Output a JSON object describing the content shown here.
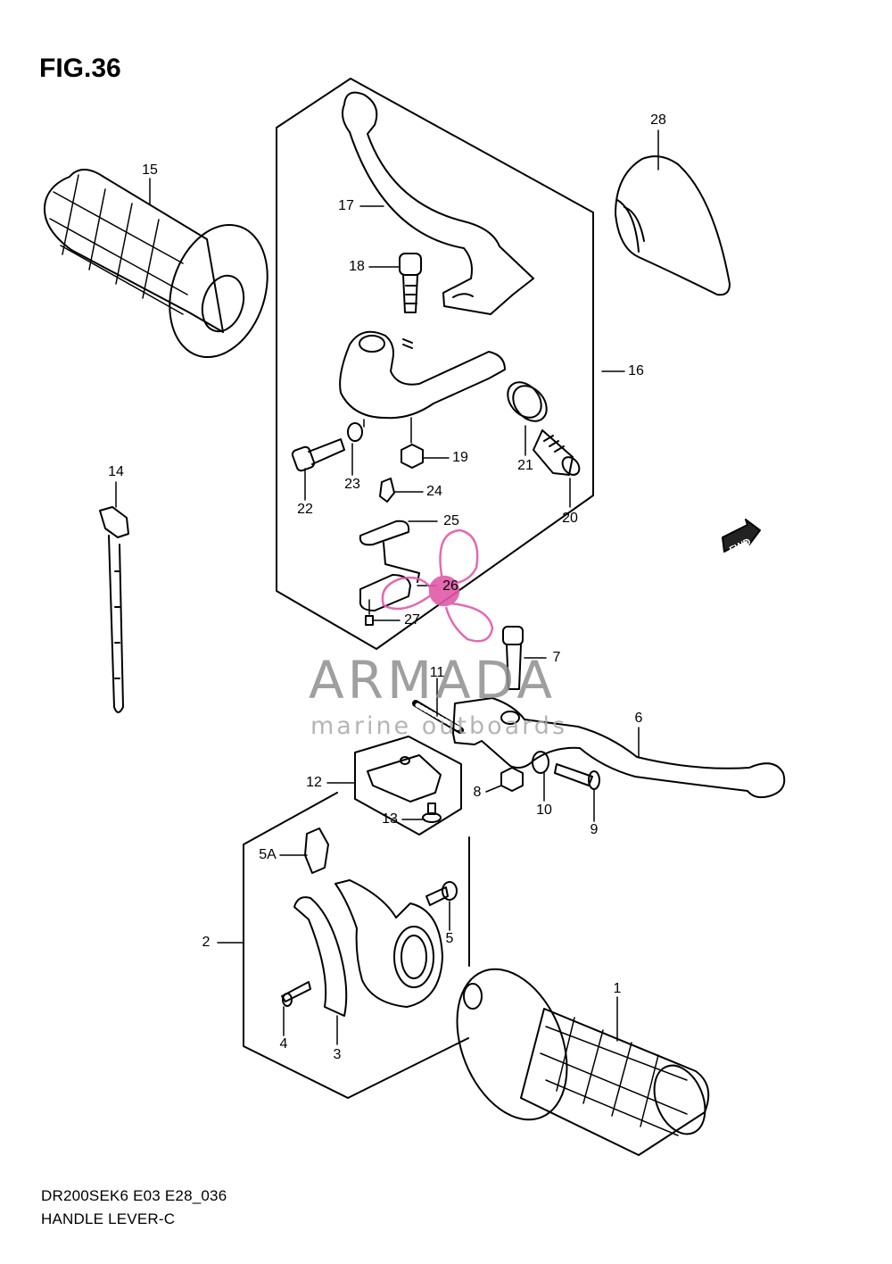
{
  "figure": {
    "title": "FIG.36"
  },
  "footer": {
    "model_code": "DR200SEK6 E03 E28_036",
    "caption": "HANDLE LEVER-C"
  },
  "watermark": {
    "brand": "ARMADA",
    "tagline": "marine outboards",
    "accent": "#e05aa8",
    "gray": "#8f8f8f"
  },
  "fwd_badge": {
    "label": "FWD"
  },
  "callouts": [
    {
      "id": "1",
      "part": "right-grip"
    },
    {
      "id": "2",
      "part": "switch-assembly"
    },
    {
      "id": "3",
      "part": "switch-housing"
    },
    {
      "id": "4",
      "part": "housing-screw"
    },
    {
      "id": "5",
      "part": "housing-bolt"
    },
    {
      "id": "5A",
      "part": "wire-clamp"
    },
    {
      "id": "6",
      "part": "front-brake-lever"
    },
    {
      "id": "7",
      "part": "brake-lever-bolt"
    },
    {
      "id": "8",
      "part": "brake-lever-nut"
    },
    {
      "id": "9",
      "part": "adjuster-bolt"
    },
    {
      "id": "10",
      "part": "adjuster-nut"
    },
    {
      "id": "11",
      "part": "lever-spring"
    },
    {
      "id": "12",
      "part": "stop-light-switch"
    },
    {
      "id": "13",
      "part": "switch-screw"
    },
    {
      "id": "14",
      "part": "cable-tie"
    },
    {
      "id": "15",
      "part": "left-grip"
    },
    {
      "id": "16",
      "part": "clutch-lever-assembly"
    },
    {
      "id": "17",
      "part": "clutch-lever"
    },
    {
      "id": "18",
      "part": "lever-pivot-bolt"
    },
    {
      "id": "19",
      "part": "pivot-nut"
    },
    {
      "id": "20",
      "part": "cable-adjuster"
    },
    {
      "id": "21",
      "part": "adjuster-locknut"
    },
    {
      "id": "22",
      "part": "holder-bolt"
    },
    {
      "id": "23",
      "part": "holder-washer"
    },
    {
      "id": "24",
      "part": "clip"
    },
    {
      "id": "25",
      "part": "clutch-switch-plate"
    },
    {
      "id": "26",
      "part": "clutch-switch"
    },
    {
      "id": "27",
      "part": "switch-screw"
    },
    {
      "id": "28",
      "part": "lever-cover"
    }
  ]
}
